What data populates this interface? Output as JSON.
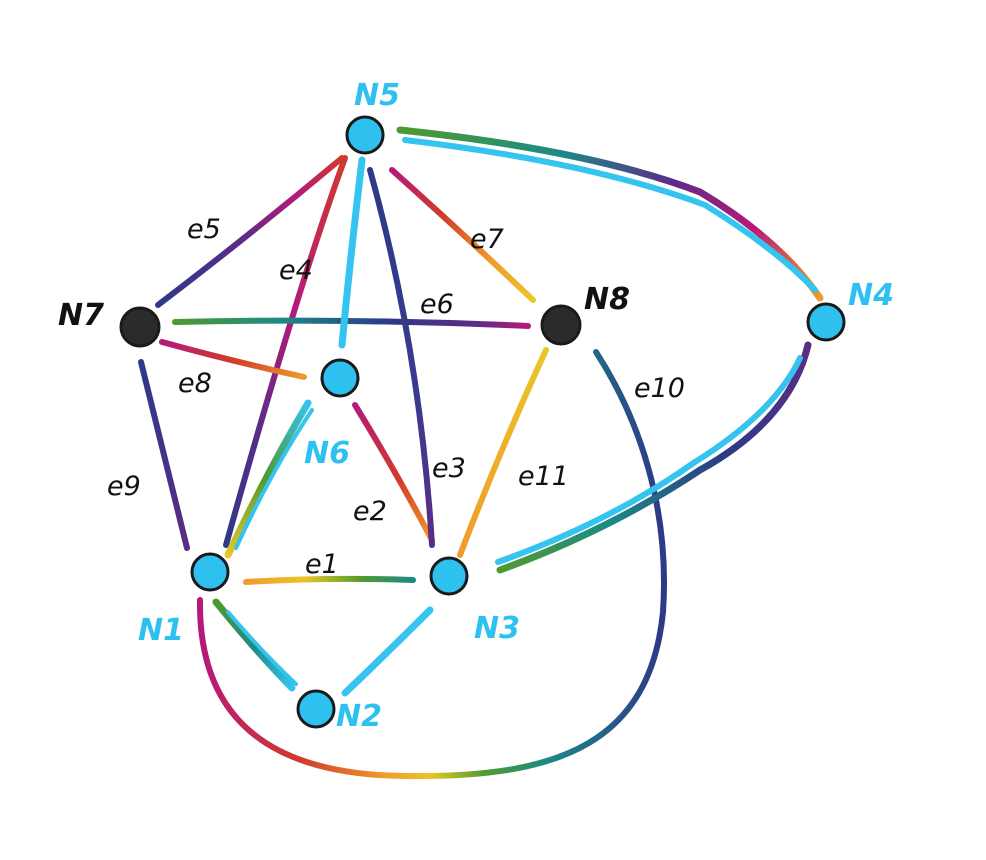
{
  "colors": {
    "node_cyan": "#2ec1ef",
    "node_dark": "#2b2b2b",
    "node_outline": "#1a1a1a",
    "edge_cyan": "#35c3ef",
    "label_cyan": "#2ec1ef",
    "label_dark": "#111111",
    "purple": "#5b2c86",
    "magenta": "#b5197a",
    "red": "#cf3b2a",
    "orange": "#f2992b",
    "yellow": "#e9c62a",
    "green": "#4f9a2f",
    "teal": "#1c8a86",
    "navy": "#2c3a87"
  },
  "nodes": [
    {
      "id": "n1",
      "label": "N1",
      "fill": "cyan"
    },
    {
      "id": "n2",
      "label": "N2",
      "fill": "cyan"
    },
    {
      "id": "n3",
      "label": "N3",
      "fill": "cyan"
    },
    {
      "id": "n4",
      "label": "N4",
      "fill": "cyan"
    },
    {
      "id": "n5",
      "label": "N5",
      "fill": "cyan"
    },
    {
      "id": "n6",
      "label": "N6",
      "fill": "cyan"
    },
    {
      "id": "n7",
      "label": "N7",
      "fill": "dark"
    },
    {
      "id": "n8",
      "label": "N8",
      "fill": "dark"
    }
  ],
  "edges": [
    {
      "id": "e1",
      "label": "e1",
      "from": "n1",
      "to": "n3"
    },
    {
      "id": "e2",
      "label": "e2",
      "from": "n6",
      "to": "n3"
    },
    {
      "id": "e3",
      "label": "e3",
      "from": "n5",
      "to": "n3"
    },
    {
      "id": "e4",
      "label": "e4",
      "from": "n5",
      "to": "n1"
    },
    {
      "id": "e5",
      "label": "e5",
      "from": "n5",
      "to": "n7"
    },
    {
      "id": "e6",
      "label": "e6",
      "from": "n7",
      "to": "n8"
    },
    {
      "id": "e7",
      "label": "e7",
      "from": "n5",
      "to": "n8"
    },
    {
      "id": "e8",
      "label": "e8",
      "from": "n7",
      "to": "n6"
    },
    {
      "id": "e9",
      "label": "e9",
      "from": "n7",
      "to": "n1"
    },
    {
      "id": "e10",
      "label": "e10",
      "from": "n8",
      "to": "n1"
    },
    {
      "id": "e11",
      "label": "e11",
      "from": "n8",
      "to": "n3"
    },
    {
      "id": "c1",
      "label": "",
      "from": "n5",
      "to": "n6"
    },
    {
      "id": "c2",
      "label": "",
      "from": "n6",
      "to": "n1"
    },
    {
      "id": "c3",
      "label": "",
      "from": "n1",
      "to": "n2"
    },
    {
      "id": "c4",
      "label": "",
      "from": "n2",
      "to": "n3"
    },
    {
      "id": "c5",
      "label": "",
      "from": "n5",
      "to": "n4"
    },
    {
      "id": "c6",
      "label": "",
      "from": "n4",
      "to": "n3"
    }
  ]
}
